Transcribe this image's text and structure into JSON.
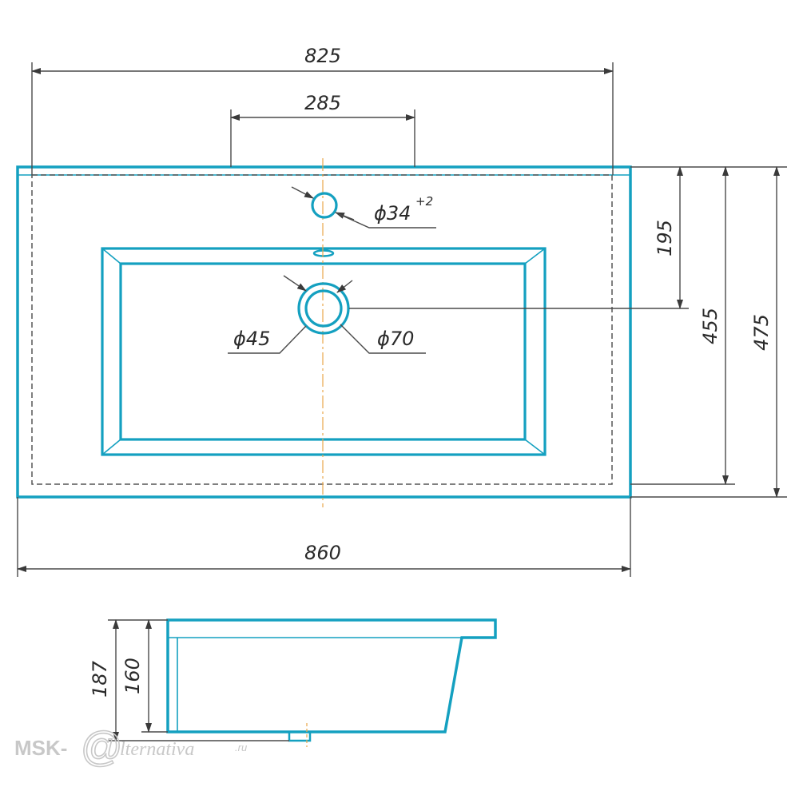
{
  "colors": {
    "outline": "#14a0c0",
    "dim_line": "#4a4a4a",
    "center_line": "#e8a64a",
    "text": "#2a2a2a",
    "watermark": "#c8c8c8"
  },
  "plan": {
    "overall_width_label": "825",
    "tap_spacing_label": "285",
    "full_width_label": "860",
    "tap_hole_label": "ϕ34",
    "tap_hole_tolerance": "+2",
    "drain_inner_label": "ϕ45",
    "drain_outer_label": "ϕ70",
    "drain_offset_label": "195",
    "inner_depth_label": "455",
    "outer_depth_label": "475"
  },
  "side": {
    "total_height_label": "187",
    "bowl_height_label": "160"
  },
  "watermark": {
    "left": "MSK-",
    "glyph": "@",
    "right": "lternativa",
    "tld": ".ru"
  }
}
